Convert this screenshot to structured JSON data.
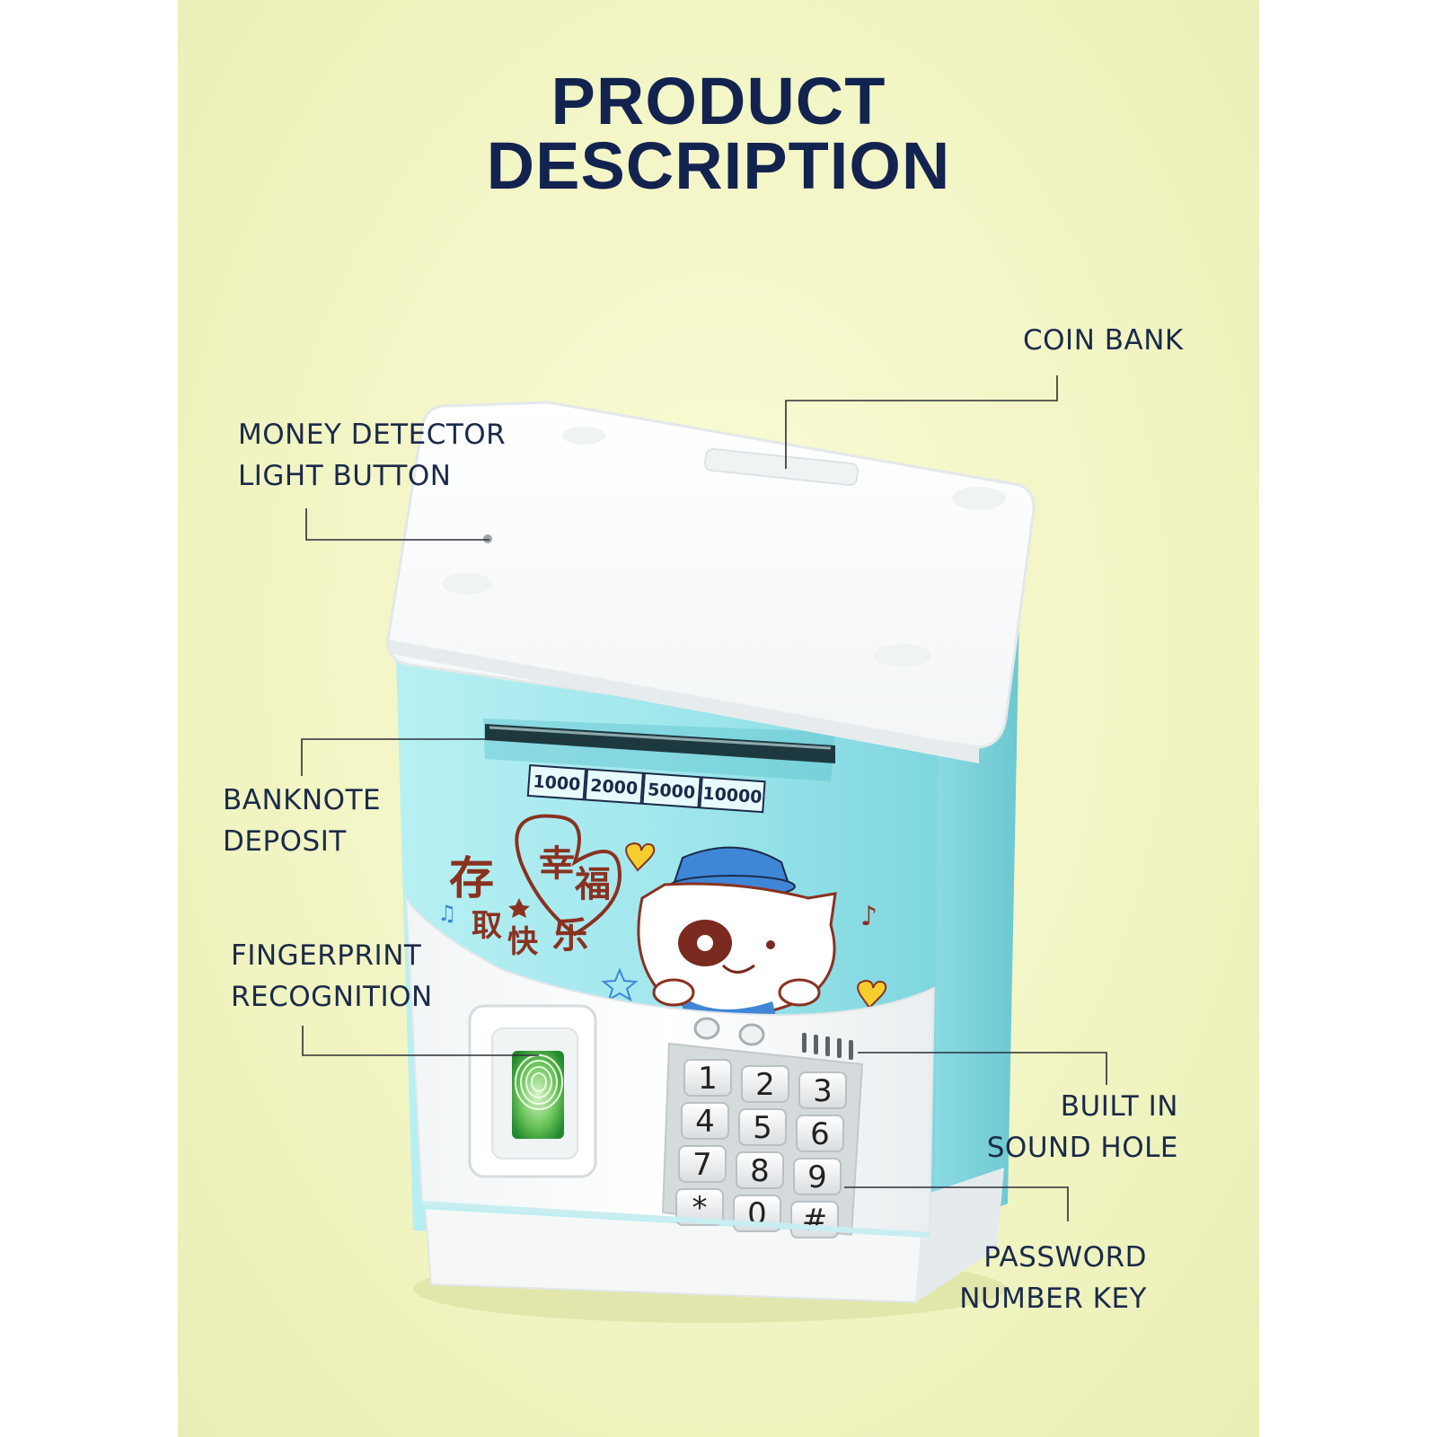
{
  "title": {
    "line1": "PRODUCT",
    "line2": "DESCRIPTION"
  },
  "callouts": {
    "coin_bank": [
      "COIN BANK"
    ],
    "money_detector": [
      "MONEY DETECTOR",
      "LIGHT BUTTON"
    ],
    "banknote_deposit": [
      "BANKNOTE",
      "DEPOSIT"
    ],
    "fingerprint": [
      "FINGERPRINT",
      "RECOGNITION"
    ],
    "sound_hole": [
      "BUILT IN",
      "SOUND HOLE"
    ],
    "password_key": [
      "PASSWORD",
      "NUMBER KEY"
    ]
  },
  "product": {
    "denominations": [
      "1000",
      "2000",
      "5000",
      "10000"
    ],
    "keypad": [
      "1",
      "2",
      "3",
      "4",
      "5",
      "6",
      "7",
      "8",
      "9",
      "*",
      "0",
      "#"
    ],
    "decal_text": [
      "存",
      "幸",
      "福",
      "取",
      "快",
      "乐"
    ],
    "colors": {
      "body": "#9ee6ec",
      "shell": "#ffffff",
      "sensor": "#2e9a3a",
      "hat": "#3f86d6",
      "eye_patch": "#7a2a1e"
    }
  }
}
